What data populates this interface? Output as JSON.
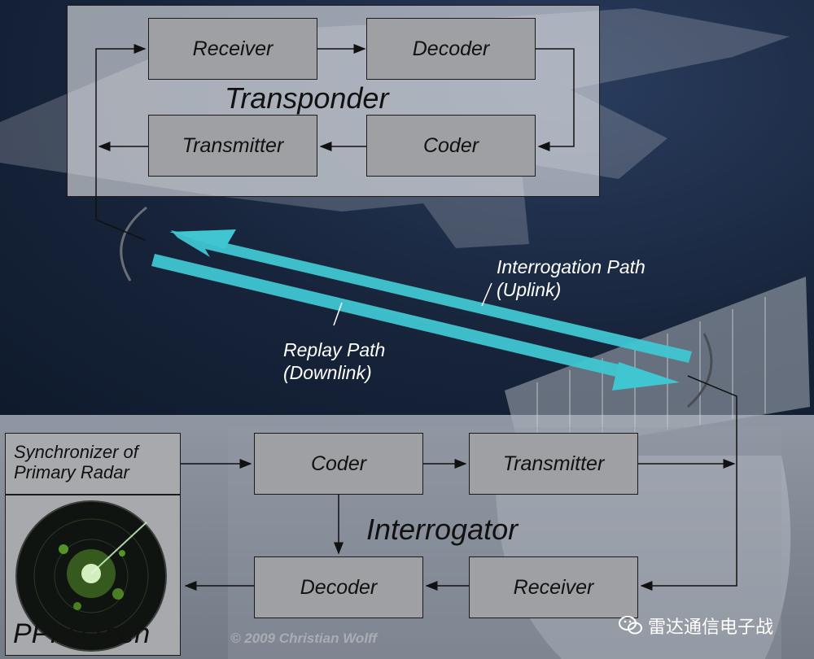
{
  "transponder": {
    "title": "Transponder",
    "receiver": "Receiver",
    "decoder": "Decoder",
    "transmitter": "Transmitter",
    "coder": "Coder"
  },
  "interrogator": {
    "title": "Interrogator",
    "coder": "Coder",
    "transmitter": "Transmitter",
    "decoder": "Decoder",
    "receiver": "Receiver"
  },
  "synchronizer": {
    "line1": "Synchronizer of",
    "line2": "Primary Radar"
  },
  "ppi": {
    "label": "PPI-screen"
  },
  "paths": {
    "uplink_line1": "Interrogation Path",
    "uplink_line2": "(Uplink)",
    "downlink_line1": "Replay Path",
    "downlink_line2": "(Downlink)"
  },
  "copyright": "© 2009 Christian Wolff",
  "watermark": "雷达通信电子战",
  "colors": {
    "beam": "#3fc6d1",
    "box": "#9ea0a3",
    "sky": "#17243b",
    "ground": "#8f97a3"
  }
}
